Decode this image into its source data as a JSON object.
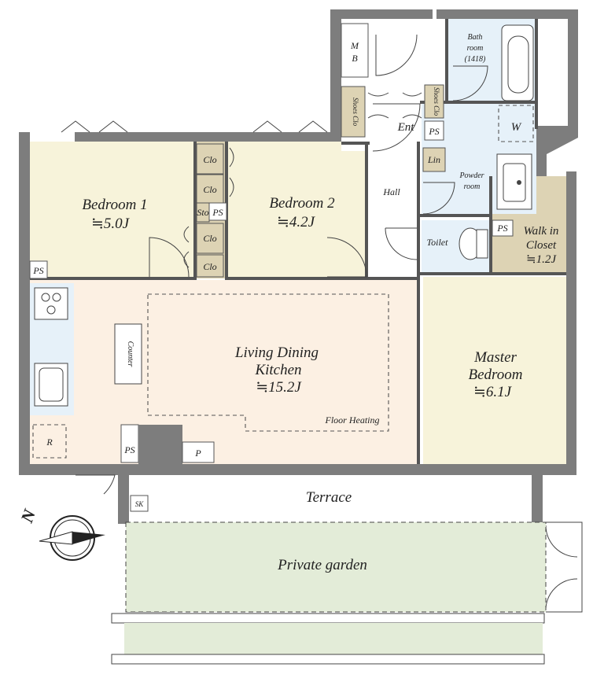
{
  "rooms": {
    "bedroom1": {
      "name": "Bedroom 1",
      "size": "≒5.0J"
    },
    "bedroom2": {
      "name": "Bedroom 2",
      "size": "≒4.2J"
    },
    "ldk": {
      "name_line1": "Living Dining",
      "name_line2": "Kitchen",
      "size": "≒15.2J"
    },
    "master": {
      "name_line1": "Master",
      "name_line2": "Bedroom",
      "size": "≒6.1J"
    },
    "wic": {
      "name_line1": "Walk in",
      "name_line2": "Closet",
      "size": "≒1.2J"
    },
    "bath": {
      "line1": "Bath",
      "line2": "room",
      "line3": "(1418)"
    },
    "powder": {
      "line1": "Powder",
      "line2": "room"
    },
    "toilet": "Toilet",
    "hall": "Hall",
    "ent": "Ent",
    "terrace": "Terrace",
    "garden": "Private garden"
  },
  "labels": {
    "clo": "Clo",
    "sto": "Sto",
    "ps": "PS",
    "mb_m": "M",
    "mb_b": "B",
    "shoes_clo": "Shoes Clo",
    "lin": "Lin",
    "w": "W",
    "counter": "Counter",
    "floor_heating": "Floor Heating",
    "r": "R",
    "p": "P",
    "sk": "SK",
    "compass_n": "N"
  },
  "colors": {
    "wall": "#7d7d7d",
    "bedroom": "#f7f3da",
    "ldk": "#fcf0e3",
    "wet": "#e6f1f9",
    "closet": "#ddd3b4",
    "garden": "#e3ecd8",
    "terrace": "#ffffff"
  }
}
